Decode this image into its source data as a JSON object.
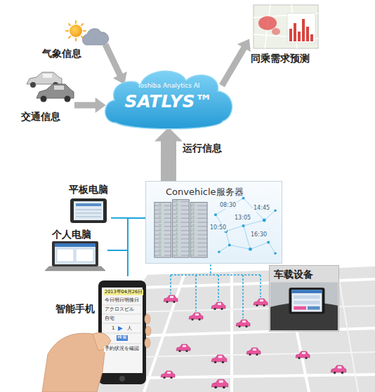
{
  "diagram": {
    "nodes": [
      {
        "text": [
          "气象信息"
        ]
      },
      {
        "text": [
          "交通信息"
        ]
      },
      {
        "text": [
          "Toshiba Analytics AI",
          "SATLYS™"
        ]
      },
      {
        "text": [
          "同乘需求预测"
        ]
      },
      {
        "text": [
          "Convehicle服务器"
        ]
      },
      {
        "text": [
          "平板电脑"
        ]
      },
      {
        "text": [
          "个人电脑"
        ]
      },
      {
        "text": [
          "智能手机"
        ]
      },
      {
        "text": [
          "车载设备"
        ]
      }
    ],
    "edges": [
      {
        "from": 0,
        "to": 2,
        "arrow": "to"
      },
      {
        "from": 1,
        "to": 2,
        "arrow": "to"
      },
      {
        "from": 2,
        "to": 3,
        "arrow": "to"
      },
      {
        "from": 4,
        "to": 2,
        "label": "运行信息",
        "arrow": "to"
      },
      {
        "from": 5,
        "to": 4,
        "arrow": "none"
      },
      {
        "from": 6,
        "to": 4,
        "arrow": "none"
      },
      {
        "from": 7,
        "to": 4,
        "arrow": "none"
      }
    ],
    "labels": [
      "08:30",
      "14:45",
      "10:50",
      "13:05",
      "16:30",
      "2013年04月26日",
      "今日",
      "明日",
      "明後日",
      "アクロスビル",
      "自宅",
      "1",
      "人",
      "検索",
      "予約状況を確認"
    ]
  }
}
